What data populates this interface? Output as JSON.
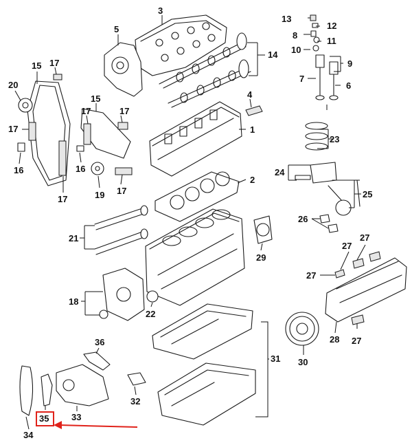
{
  "diagram": {
    "highlight_color": "#e0221a",
    "callouts": {
      "c1": "1",
      "c2": "2",
      "c3": "3",
      "c4": "4",
      "c5": "5",
      "c6": "6",
      "c7": "7",
      "c8": "8",
      "c9": "9",
      "c10": "10",
      "c11": "11",
      "c12": "12",
      "c13": "13",
      "c14": "14",
      "c15": "15",
      "c16": "16",
      "c17": "17",
      "c18": "18",
      "c19": "19",
      "c20": "20",
      "c21": "21",
      "c22": "22",
      "c23": "23",
      "c24": "24",
      "c25": "25",
      "c26": "26",
      "c27": "27",
      "c28": "28",
      "c29": "29",
      "c30": "30",
      "c31": "31",
      "c32": "32",
      "c33": "33",
      "c34": "34",
      "c35": "35",
      "c36": "36"
    },
    "highlighted_part": "35"
  }
}
